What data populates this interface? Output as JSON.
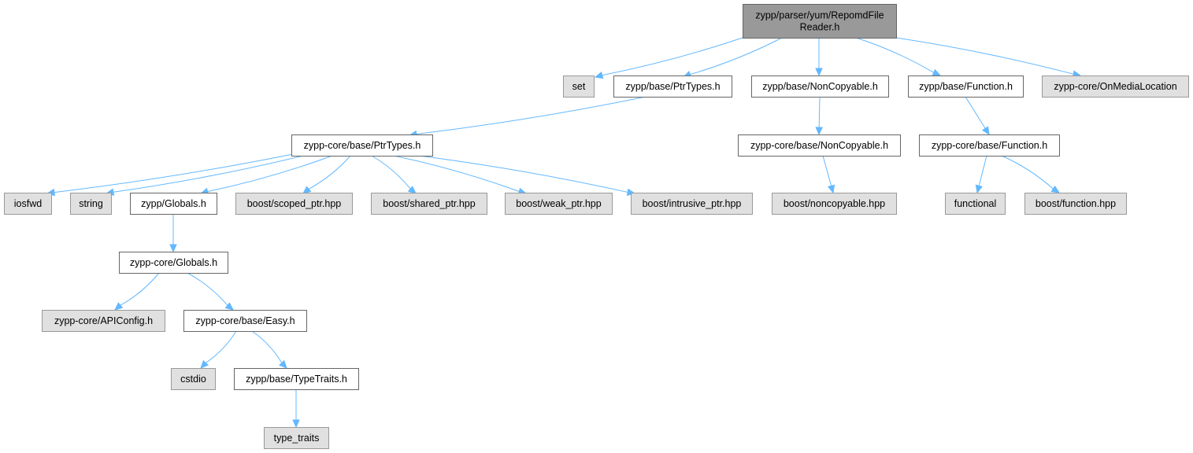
{
  "diagram": {
    "nodes": [
      {
        "id": "root",
        "kind": "root",
        "lines": [
          "zypp/parser/yum/RepomdFile",
          "Reader.h"
        ]
      },
      {
        "id": "set",
        "kind": "system",
        "lines": [
          "set"
        ]
      },
      {
        "id": "zypp_ptrtypes",
        "kind": "local",
        "lines": [
          "zypp/base/PtrTypes.h"
        ]
      },
      {
        "id": "zypp_noncopyable",
        "kind": "local",
        "lines": [
          "zypp/base/NonCopyable.h"
        ]
      },
      {
        "id": "zypp_function",
        "kind": "local",
        "lines": [
          "zypp/base/Function.h"
        ]
      },
      {
        "id": "onmedialocation",
        "kind": "system",
        "lines": [
          "zypp-core/OnMediaLocation"
        ]
      },
      {
        "id": "core_ptrtypes",
        "kind": "local",
        "lines": [
          "zypp-core/base/PtrTypes.h"
        ]
      },
      {
        "id": "core_noncopyable",
        "kind": "local",
        "lines": [
          "zypp-core/base/NonCopyable.h"
        ]
      },
      {
        "id": "core_function",
        "kind": "local",
        "lines": [
          "zypp-core/base/Function.h"
        ]
      },
      {
        "id": "iosfwd",
        "kind": "system",
        "lines": [
          "iosfwd"
        ]
      },
      {
        "id": "string",
        "kind": "system",
        "lines": [
          "string"
        ]
      },
      {
        "id": "zypp_globals",
        "kind": "local",
        "lines": [
          "zypp/Globals.h"
        ]
      },
      {
        "id": "scoped_ptr",
        "kind": "system",
        "lines": [
          "boost/scoped_ptr.hpp"
        ]
      },
      {
        "id": "shared_ptr",
        "kind": "system",
        "lines": [
          "boost/shared_ptr.hpp"
        ]
      },
      {
        "id": "weak_ptr",
        "kind": "system",
        "lines": [
          "boost/weak_ptr.hpp"
        ]
      },
      {
        "id": "intrusive_ptr",
        "kind": "system",
        "lines": [
          "boost/intrusive_ptr.hpp"
        ]
      },
      {
        "id": "boost_noncopyable",
        "kind": "system",
        "lines": [
          "boost/noncopyable.hpp"
        ]
      },
      {
        "id": "functional",
        "kind": "system",
        "lines": [
          "functional"
        ]
      },
      {
        "id": "boost_function",
        "kind": "system",
        "lines": [
          "boost/function.hpp"
        ]
      },
      {
        "id": "core_globals",
        "kind": "local",
        "lines": [
          "zypp-core/Globals.h"
        ]
      },
      {
        "id": "apiconfig",
        "kind": "system",
        "lines": [
          "zypp-core/APIConfig.h"
        ]
      },
      {
        "id": "easy",
        "kind": "local",
        "lines": [
          "zypp-core/base/Easy.h"
        ]
      },
      {
        "id": "cstdio",
        "kind": "system",
        "lines": [
          "cstdio"
        ]
      },
      {
        "id": "typetraits",
        "kind": "local",
        "lines": [
          "zypp/base/TypeTraits.h"
        ]
      },
      {
        "id": "type_traits",
        "kind": "system",
        "lines": [
          "type_traits"
        ]
      }
    ],
    "edges": [
      {
        "from": "root",
        "to": "set"
      },
      {
        "from": "root",
        "to": "zypp_ptrtypes"
      },
      {
        "from": "root",
        "to": "zypp_noncopyable"
      },
      {
        "from": "root",
        "to": "zypp_function"
      },
      {
        "from": "root",
        "to": "onmedialocation"
      },
      {
        "from": "zypp_ptrtypes",
        "to": "core_ptrtypes"
      },
      {
        "from": "zypp_noncopyable",
        "to": "core_noncopyable"
      },
      {
        "from": "zypp_function",
        "to": "core_function"
      },
      {
        "from": "core_ptrtypes",
        "to": "iosfwd"
      },
      {
        "from": "core_ptrtypes",
        "to": "string"
      },
      {
        "from": "core_ptrtypes",
        "to": "zypp_globals"
      },
      {
        "from": "core_ptrtypes",
        "to": "scoped_ptr"
      },
      {
        "from": "core_ptrtypes",
        "to": "shared_ptr"
      },
      {
        "from": "core_ptrtypes",
        "to": "weak_ptr"
      },
      {
        "from": "core_ptrtypes",
        "to": "intrusive_ptr"
      },
      {
        "from": "core_noncopyable",
        "to": "boost_noncopyable"
      },
      {
        "from": "core_function",
        "to": "functional"
      },
      {
        "from": "core_function",
        "to": "boost_function"
      },
      {
        "from": "zypp_globals",
        "to": "core_globals"
      },
      {
        "from": "core_globals",
        "to": "apiconfig"
      },
      {
        "from": "core_globals",
        "to": "easy"
      },
      {
        "from": "easy",
        "to": "cstdio"
      },
      {
        "from": "easy",
        "to": "typetraits"
      },
      {
        "from": "typetraits",
        "to": "type_traits"
      }
    ]
  }
}
